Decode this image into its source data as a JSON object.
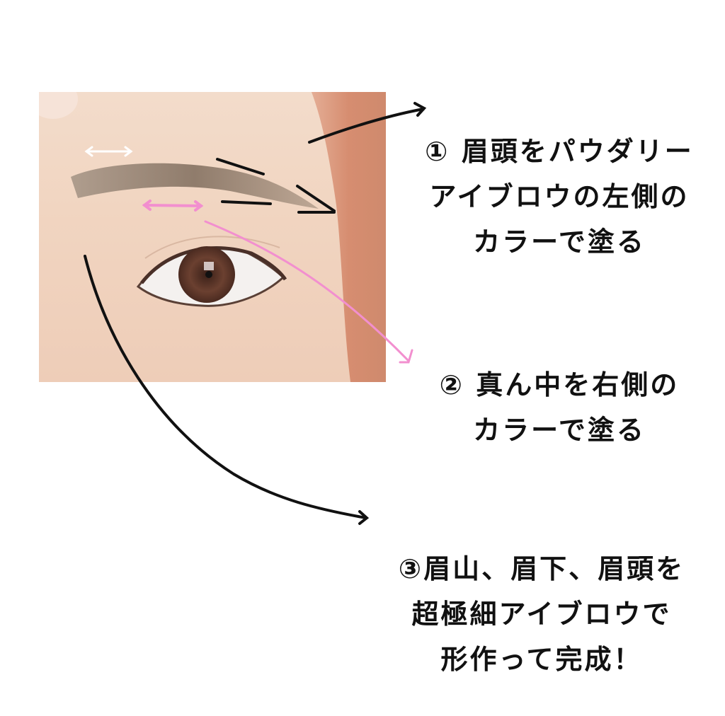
{
  "photo": {
    "description": "close-up photo of eye and eyebrow with annotation arrows",
    "colors": {
      "skin": "#f1d5c1",
      "hair": "#d9957a",
      "brow": "#8f7a68",
      "iris": "#6b4030",
      "arrow_black": "#111111",
      "arrow_pink": "#f28fcf",
      "arrow_white": "#ffffff"
    }
  },
  "steps": [
    {
      "number": "①",
      "lines": [
        "① 眉頭をパウダリー",
        "アイブロウの左側の",
        "カラーで塗る"
      ]
    },
    {
      "number": "②",
      "lines": [
        "② 真ん中を右側の",
        "カラーで塗る"
      ]
    },
    {
      "number": "③",
      "lines": [
        "③眉山、眉下、眉頭を",
        "超極細アイブロウで",
        "形作って完成！"
      ]
    }
  ],
  "step_text": {
    "s1": "① 眉頭をパウダリー\nアイブロウの左側の\nカラーで塗る",
    "s2": "② 真ん中を右側の\nカラーで塗る",
    "s3": "③眉山、眉下、眉頭を\n超極細アイブロウで\n形作って完成！"
  }
}
